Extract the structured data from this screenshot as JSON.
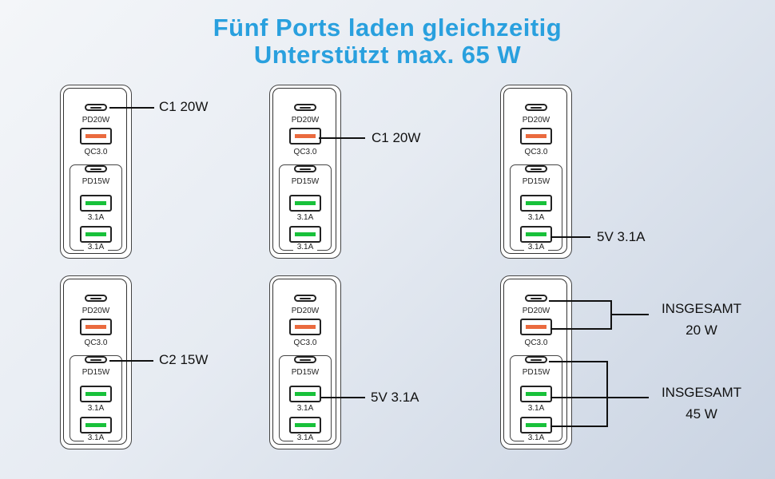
{
  "title": {
    "line1": "Fünf Ports laden gleichzeitig",
    "line2": "Unterstützt max. 65 W"
  },
  "port_labels": {
    "c1": "PD20W",
    "a1": "QC3.0",
    "c2": "PD15W",
    "a2": "3.1A",
    "a3": "3.1A"
  },
  "callouts": {
    "p1": "C1 20W",
    "p2": "C1 20W",
    "p3": "5V 3.1A",
    "p4": "C2 15W",
    "p5": "5V 3.1A",
    "p6_top_line1": "INSGESAMT",
    "p6_top_line2": "20 W",
    "p6_bottom_line1": "INSGESAMT",
    "p6_bottom_line2": "45 W"
  },
  "colors": {
    "title": "#29a0de",
    "qc_port": "#ea6a3e",
    "usb_a_port": "#18c13a"
  },
  "icons": [
    "usb-c-port-icon",
    "usb-a-port-icon"
  ]
}
